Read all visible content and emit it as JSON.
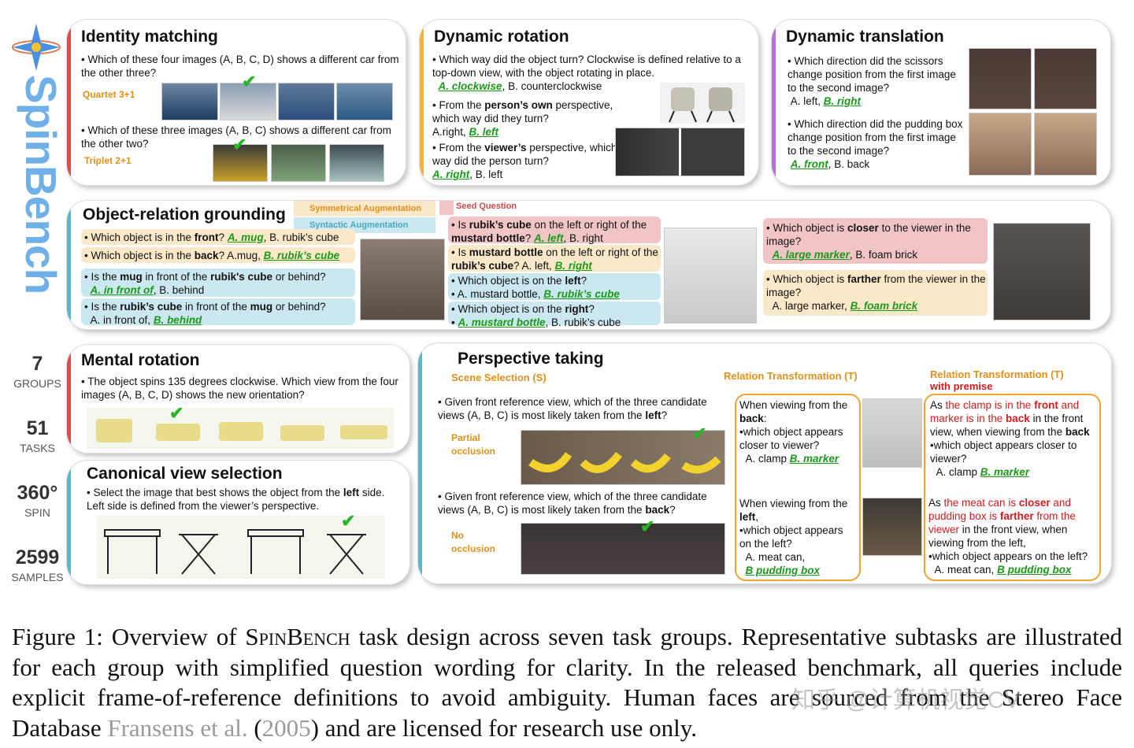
{
  "logo": {
    "text": "SpinBench"
  },
  "stats": [
    {
      "number": "7",
      "label": "GROUPS"
    },
    {
      "number": "51",
      "label": "TASKS"
    },
    {
      "number": "360°",
      "label": "SPIN"
    },
    {
      "number": "2599",
      "label": "SAMPLES"
    }
  ],
  "identity": {
    "title": "Identity matching",
    "q1": "Which of these four images (A, B, C, D) shows a different car from the other three?",
    "tag1": "Quartet 3+1",
    "q2": "Which of these three images (A, B, C) shows a different car from the other two?",
    "tag2": "Triplet 2+1"
  },
  "dynrot": {
    "title": "Dynamic rotation",
    "q1": "Which way did the object turn? Clockwise is defined relative to a top-down view,  with the object rotating in place.",
    "a1": "A. clockwise",
    "a1b": ", B. counterclockwise",
    "q2a": "From the ",
    "q2b": "person’s own",
    "q2c": " perspective, which way did they turn?",
    "a2a": "A.right, ",
    "a2b": "B. left",
    "q3a": "From the ",
    "q3b": "viewer’s",
    "q3c": " perspective, which way did the person turn?",
    "a3a": "A. right",
    "a3b": ", B. left"
  },
  "dyntrans": {
    "title": "Dynamic translation",
    "q1": "Which direction did the scissors change position from the first image to the second image?",
    "a1a": "A. left, ",
    "a1b": "B. right",
    "q2": "Which direction did the pudding box change position from the first image to the second image?",
    "a2a": "A. front",
    "a2b": ", B. back"
  },
  "objrel": {
    "title": "Object-relation grounding",
    "legend_sym": "Symmetrical Augmentation",
    "legend_syn": "Syntactic Augmentation",
    "legend_seed": "Seed Question",
    "l1a": "Which object is in the ",
    "l1b": "front",
    "l1c": "? ",
    "l1d": "A. mug",
    "l1e": ", B. rubik’s cube",
    "l2a": "Which object is in the ",
    "l2b": "back",
    "l2c": "? A.mug, ",
    "l2d": "B. rubik’s cube",
    "l3a": "Is the ",
    "l3b": "mug",
    "l3c": " in front of the ",
    "l3d": "rubik's cube",
    "l3e": " or behind?",
    "l3f": "A. in front of",
    "l3g": ", B. behind",
    "l4a": "Is the ",
    "l4b": "rubik’s cube",
    "l4c": " in front of the ",
    "l4d": "mug",
    "l4e": " or behind?",
    "l4f": "A. in front of, ",
    "l4g": "B. behind",
    "m1a": "Is ",
    "m1b": "rubik’s cube",
    "m1c": " on the left or right of the ",
    "m1d": "mustard bottle",
    "m1e": "? ",
    "m1f": "A. left",
    "m1g": ", B. right",
    "m2a": "Is ",
    "m2b": "mustard bottle",
    "m2c": " on the left or right of the ",
    "m2d": "rubik’s cube",
    "m2e": "? A. left, ",
    "m2f": "B. right",
    "m3a": "Which object is on the ",
    "m3b": "left",
    "m3c": "?",
    "m3d": "A. mustard bottle, ",
    "m3e": "B. rubik’s cube",
    "m4a": "Which object is on the ",
    "m4b": "right",
    "m4c": "?",
    "m4d": "A. mustard bottle",
    "m4e": ", B. rubik’s cube",
    "r1a": "Which object is ",
    "r1b": "closer",
    "r1c": " to the viewer in the image?",
    "r1d": "A. large marker",
    "r1e": ", B. foam brick",
    "r2a": "Which object is ",
    "r2b": "farther",
    "r2c": " from the viewer in the image?",
    "r2d": "A. large marker, ",
    "r2e": "B. foam brick"
  },
  "mental": {
    "title": "Mental rotation",
    "q": "The object spins 135 degrees clockwise. Which view from the four images (A, B, C, D) shows the new orientation?"
  },
  "canonical": {
    "title": "Canonical view selection",
    "qa": "Select the image that best shows the object from the ",
    "qb": "left",
    "qc": " side. Left side is defined from the viewer’s perspective."
  },
  "persp": {
    "title": "Perspective taking",
    "scene_sel": "Scene Selection (S)",
    "rel_trans": "Relation Transformation (T)",
    "rel_trans2": "Relation Transformation (T)",
    "with_premise": "with premise",
    "s1a": "Given front reference view, which of the three candidate views (A, B, C) is most likely taken from the ",
    "s1b": "left",
    "s1c": "?",
    "partial": "Partial occlusion",
    "s2a": "Given front reference view, which of the three candidate views (A, B, C) is most likely taken from the ",
    "s2b": "back",
    "s2c": "?",
    "noocc": "No occlusion",
    "t1a": "When viewing from the ",
    "t1b": "back",
    "t1c": ":",
    "t1d": "•which object appears closer to viewer?",
    "t1e": "A. clamp ",
    "t1f": "B. marker",
    "t2a": "When viewing from the ",
    "t2b": "left",
    "t2c": ",",
    "t2d": "•which object appears on the left?",
    "t2e": "A. meat can,",
    "t2f": "B pudding box",
    "p1a": "As ",
    "p1b": "the clamp is in the ",
    "p1c": "front",
    "p1d": " and ",
    "p1e": "marker is in the ",
    "p1f": "back",
    "p1g": " in the front view, when viewing from the ",
    "p1h": "back",
    "p1i": "•which object appears closer to viewer?",
    "p1j": "A. clamp ",
    "p1k": "B. marker",
    "p2a": "As ",
    "p2b": "the meat can is ",
    "p2c": "closer",
    "p2d": " and ",
    "p2e": "pudding box is ",
    "p2f": "farther",
    "p2g": " from the ",
    "p2h": "viewer",
    "p2i": " in the front view, when viewing from the left,",
    "p2j": "•which object appears on the left?",
    "p2k": "A. meat can, ",
    "p2l": "B pudding box"
  },
  "caption": {
    "a": "Figure 1: Overview of ",
    "b": "SpinBench",
    "c": " task design across seven task groups. Representative subtasks are illustrated for each group with simplified question wording for clarity. In the released benchmark, all queries include explicit frame-of-reference definitions to avoid ambiguity. Human faces are sourced from the Stereo Face Database ",
    "d": "Fransens et al.",
    "e": " (",
    "f": "2005",
    "g": ") and are licensed for research use only.",
    "watermark": "知乎 @计算机视觉CV"
  }
}
